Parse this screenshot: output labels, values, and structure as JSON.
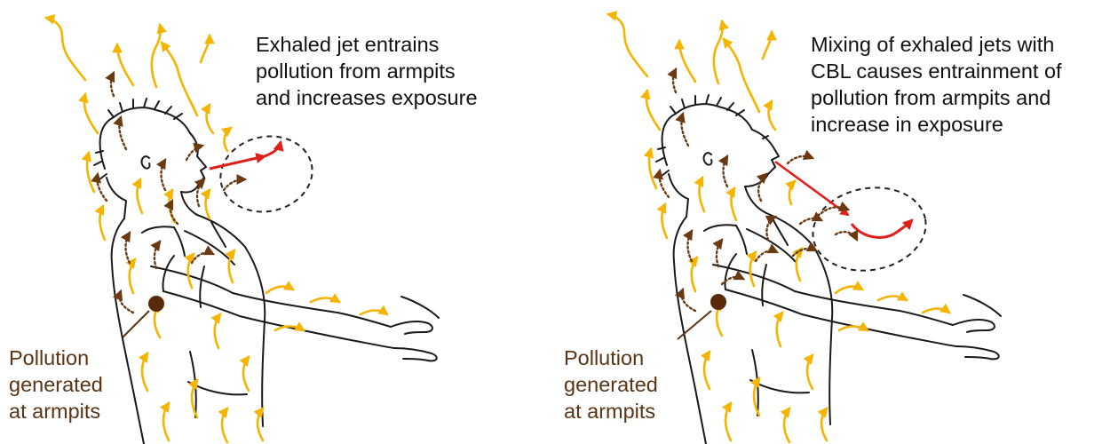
{
  "panels": [
    {
      "caption_lines": [
        "Exhaled jet entrains",
        "pollution from armpits",
        "and increases exposure"
      ],
      "label_lines": [
        "Pollution",
        "generated",
        "at armpits"
      ],
      "variant": "left"
    },
    {
      "caption_lines": [
        "Mixing of exhaled jets with",
        "CBL causes entrainment of",
        "pollution from armpits and",
        "increase in exposure"
      ],
      "label_lines": [
        "Pollution",
        "generated",
        "at armpits"
      ],
      "variant": "right"
    }
  ],
  "colors": {
    "thermal_plume_arrow": "#f5b400",
    "pollution_arrow": "#6b3a12",
    "exhaled_jet": "#e0201b",
    "figure_outline": "#1a1a1a",
    "armpit_source": "#5a2a0a",
    "caption_text": "#111111",
    "label_text": "#5a3414"
  },
  "icons": {
    "yellow_arrow": "thermal-plume-arrow-icon",
    "brown_arrow": "pollution-arrow-icon",
    "red_arrow": "exhaled-jet-arrow-icon",
    "dot": "armpit-pollution-source-icon"
  }
}
